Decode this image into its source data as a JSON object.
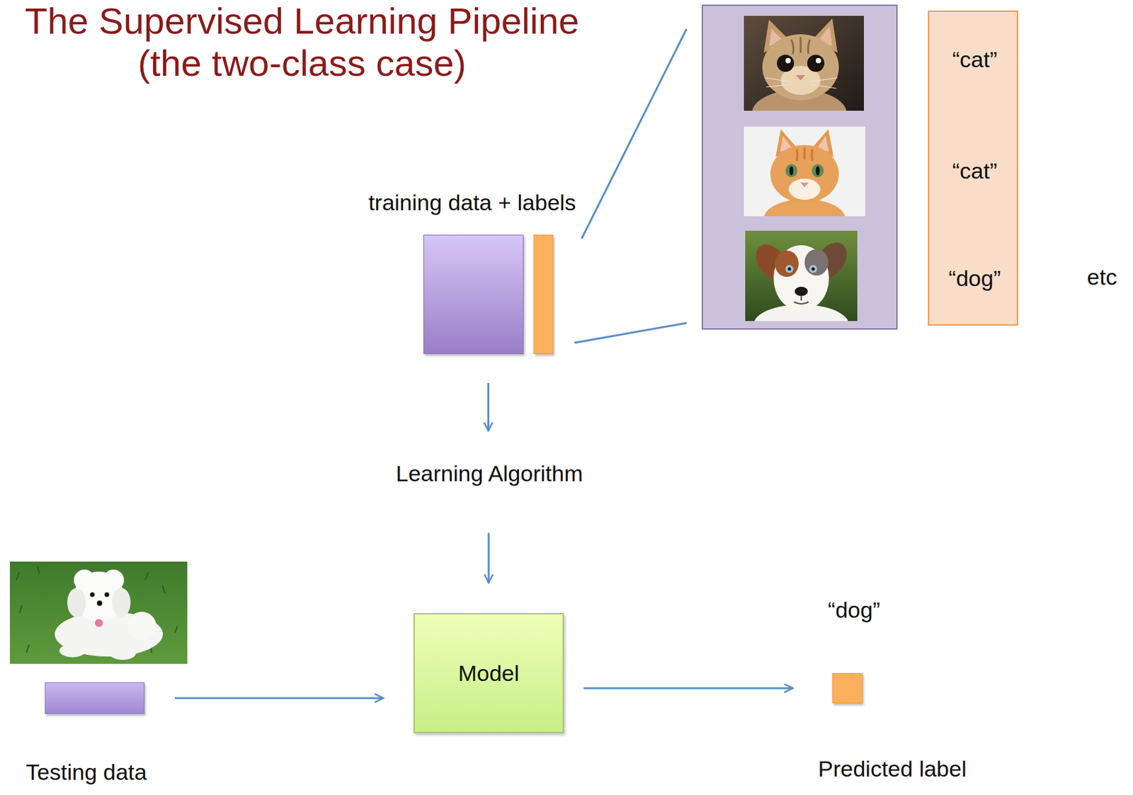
{
  "diagram": {
    "title": "The Supervised Learning Pipeline (the two-class case)",
    "nodes": [
      {
        "text": [
          "training data + labels"
        ]
      },
      {
        "text": [
          "“cat”",
          "“cat”",
          "“dog”"
        ]
      },
      {
        "text": [
          "Learning Algorithm"
        ]
      },
      {
        "text": [
          "Testing data"
        ]
      },
      {
        "text": [
          "Model"
        ]
      },
      {
        "text": [
          "“dog”",
          "Predicted label"
        ]
      }
    ],
    "edges": [
      {
        "from": 0,
        "to": 2,
        "arrow": "to"
      },
      {
        "from": 2,
        "to": 4,
        "arrow": "to"
      },
      {
        "from": 3,
        "to": 4,
        "arrow": "to"
      },
      {
        "from": 4,
        "to": 5,
        "arrow": "to"
      }
    ],
    "labels": [
      "etc"
    ]
  }
}
